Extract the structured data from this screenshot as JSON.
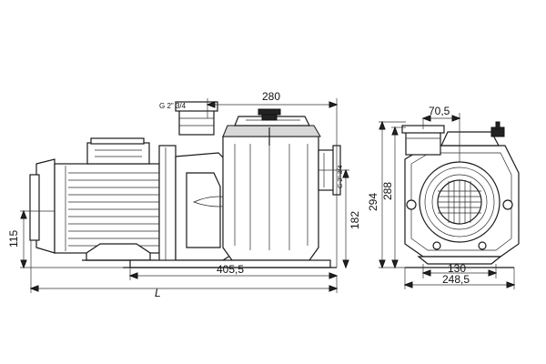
{
  "drawing": {
    "side_view": {
      "overall_height": "280",
      "suction_thread": "G 2\" 3/4",
      "discharge_thread": "G 2\" 3/4",
      "height_115": "115",
      "height_182": "182",
      "length_405": "405,5",
      "length_total": "L"
    },
    "front_view": {
      "width_70": "70,5",
      "height_294": "294",
      "height_288": "288",
      "base_130": "130",
      "base_248": "248,5"
    }
  }
}
